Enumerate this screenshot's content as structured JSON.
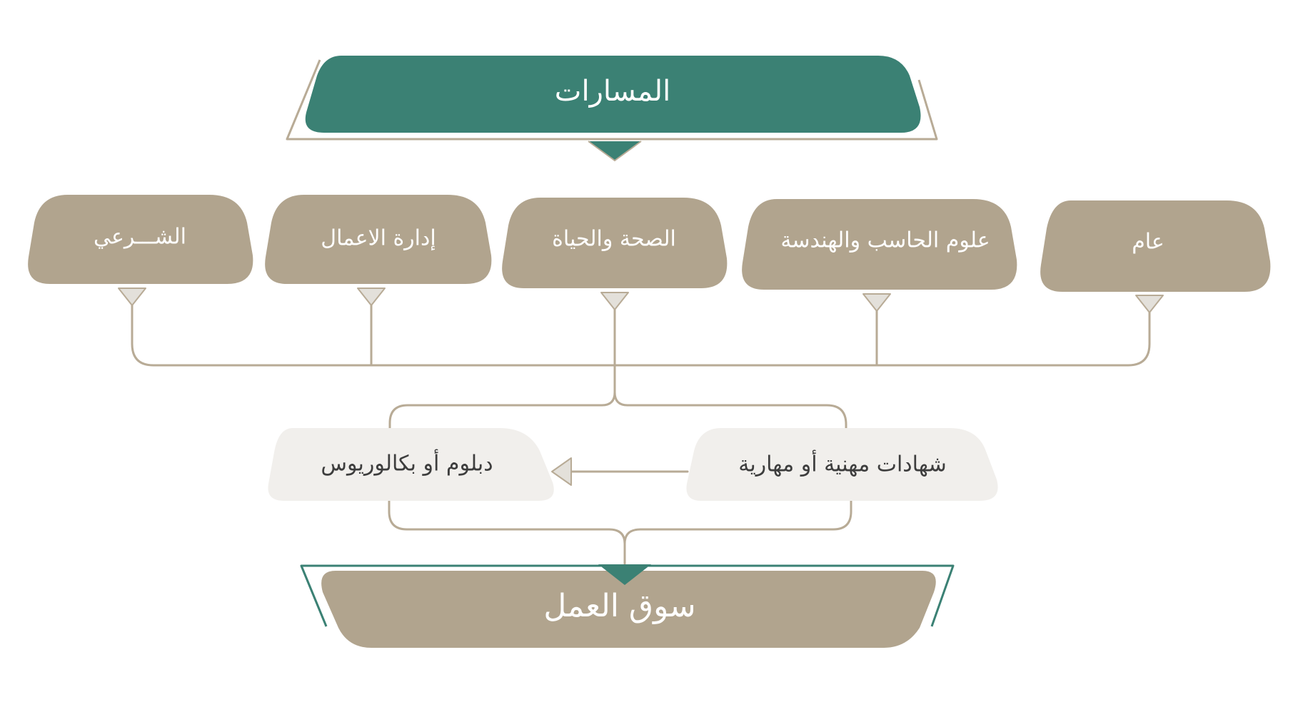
{
  "title": "المسارات",
  "tracks": [
    {
      "id": "general",
      "label": "عام"
    },
    {
      "id": "computing",
      "label": "علوم الحاسب والهندسة"
    },
    {
      "id": "health",
      "label": "الصحة والحياة"
    },
    {
      "id": "business",
      "label": "إدارة الاعمال"
    },
    {
      "id": "sharia",
      "label": "الشـــرعي"
    }
  ],
  "outcomes": {
    "certificates": "شهادات مهنية أو مهارية",
    "degree": "دبلوم أو بكالوريوس"
  },
  "destination": "سوق العمل",
  "colors": {
    "teal": "#3b8174",
    "tan": "#b1a48e",
    "light": "#f1efec",
    "connector": "#b8ab96",
    "arrow": "#e3e0da",
    "white_text": "#ffffff",
    "dark_text": "#3d3d3d"
  }
}
